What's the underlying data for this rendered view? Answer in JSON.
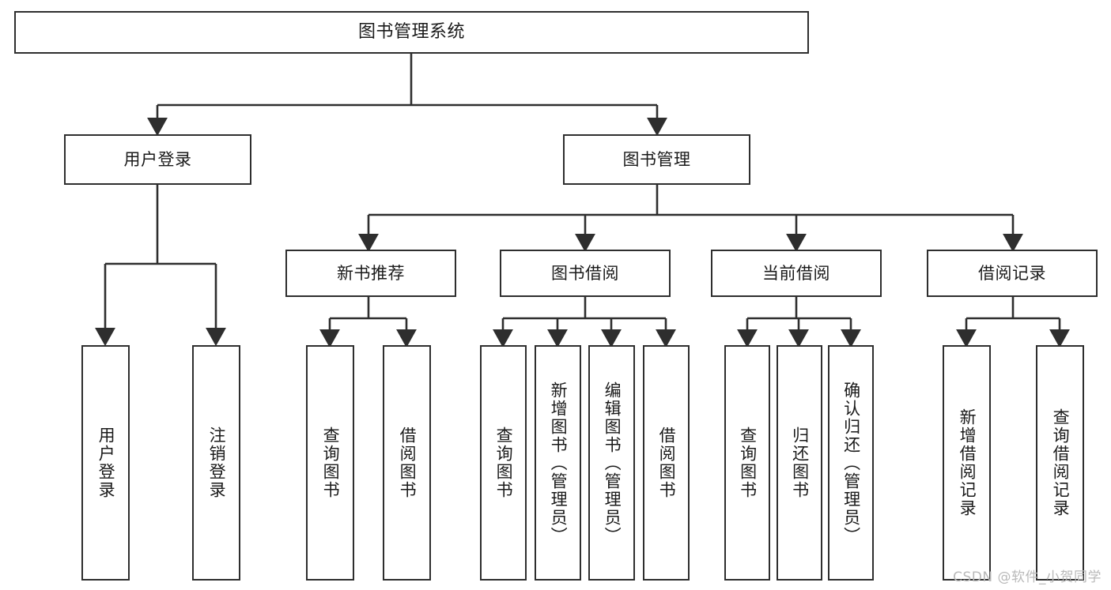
{
  "diagram": {
    "type": "tree",
    "title": "图书管理系统",
    "orientation": "top-down",
    "colors": {
      "box_border": "#2e2e2e",
      "box_fill": "#ffffff",
      "edge": "#2e2e2e",
      "text": "#1a1a1a",
      "watermark": "#b9b9b9"
    },
    "watermark": "CSDN @软件_小贺同学",
    "nodes": {
      "root": {
        "label": "图书管理系统"
      },
      "level2": [
        {
          "id": "user-login",
          "label": "用户登录"
        },
        {
          "id": "book-manage",
          "label": "图书管理"
        }
      ],
      "level3": [
        {
          "id": "new-book-recommend",
          "label": "新书推荐"
        },
        {
          "id": "book-borrow",
          "label": "图书借阅"
        },
        {
          "id": "current-borrow",
          "label": "当前借阅"
        },
        {
          "id": "borrow-record",
          "label": "借阅记录"
        }
      ],
      "leaves": [
        {
          "id": "leaf-user-login",
          "label": "用户登录",
          "parent": "user-login"
        },
        {
          "id": "leaf-logout-login",
          "label": "注销登录",
          "parent": "user-login"
        },
        {
          "id": "leaf-query-book-1",
          "label": "查询图书",
          "parent": "new-book-recommend"
        },
        {
          "id": "leaf-borrow-book-1",
          "label": "借阅图书",
          "parent": "new-book-recommend"
        },
        {
          "id": "leaf-query-book-2",
          "label": "查询图书",
          "parent": "book-borrow"
        },
        {
          "id": "leaf-add-book",
          "label": "新增图书（管理员）",
          "parent": "book-borrow"
        },
        {
          "id": "leaf-edit-book",
          "label": "编辑图书（管理员）",
          "parent": "book-borrow"
        },
        {
          "id": "leaf-borrow-book-2",
          "label": "借阅图书",
          "parent": "book-borrow"
        },
        {
          "id": "leaf-query-book-3",
          "label": "查询图书",
          "parent": "current-borrow"
        },
        {
          "id": "leaf-return-book",
          "label": "归还图书",
          "parent": "current-borrow"
        },
        {
          "id": "leaf-confirm-return",
          "label": "确认归还（管理员）",
          "parent": "current-borrow"
        },
        {
          "id": "leaf-add-record",
          "label": "新增借阅记录",
          "parent": "borrow-record"
        },
        {
          "id": "leaf-query-record",
          "label": "查询借阅记录",
          "parent": "borrow-record"
        }
      ]
    }
  }
}
